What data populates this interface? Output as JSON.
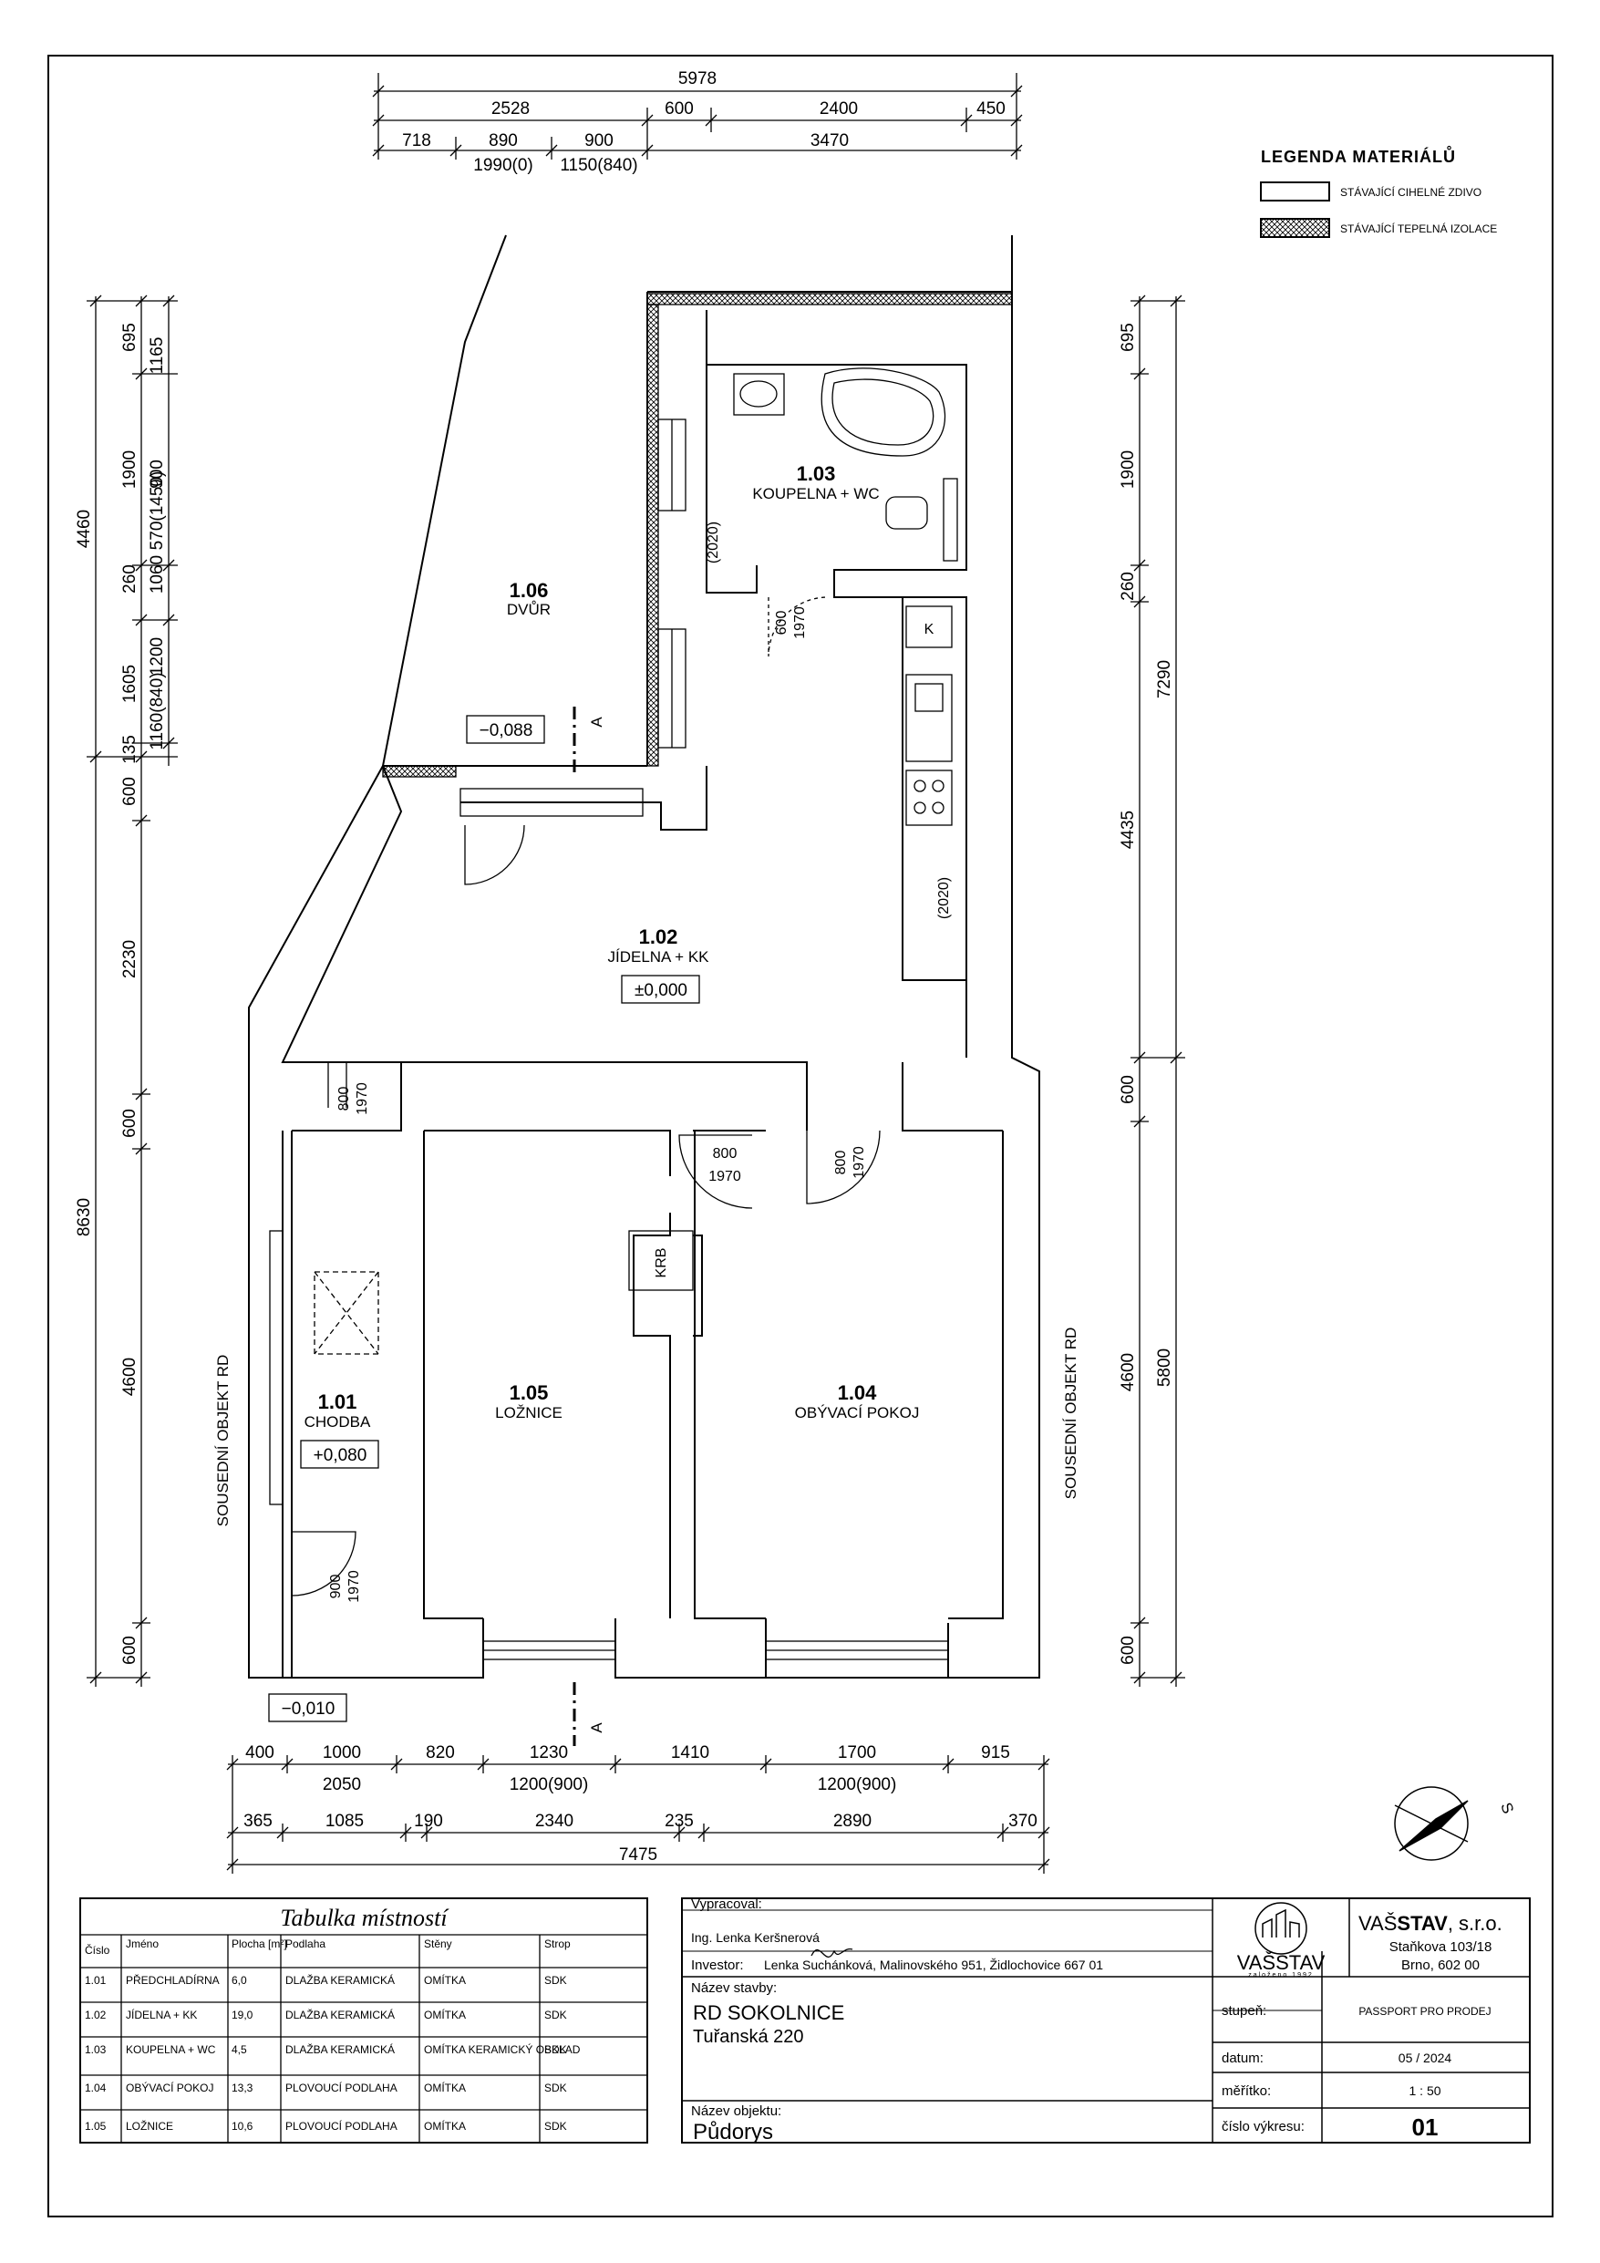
{
  "legend": {
    "title": "LEGENDA MATERIÁLŮ",
    "items": [
      {
        "label": "STÁVAJÍCÍ CIHELNÉ ZDIVO",
        "pattern": "solid"
      },
      {
        "label": "STÁVAJÍCÍ TEPELNÁ IZOLACE",
        "pattern": "hatch"
      }
    ]
  },
  "dimensions": {
    "top": {
      "overall": "5978",
      "row1": [
        "2528",
        "600",
        "2400",
        "450"
      ],
      "row2": [
        "718",
        "890",
        "900",
        "3470"
      ],
      "row2_sub": [
        "1990(0)",
        "1150(840)"
      ]
    },
    "left": {
      "overall_top": "4460",
      "overall_bottom": "8630",
      "chain": [
        "695",
        "1165",
        "1900",
        "900",
        "570(1450)",
        "260",
        "1060",
        "1605",
        "1200",
        "1160(840)",
        "135",
        "600",
        "2230",
        "600",
        "4600",
        "600"
      ]
    },
    "right": {
      "chain": [
        "695",
        "1900",
        "260",
        "4435",
        "600",
        "4600",
        "600"
      ],
      "overall": [
        "7290",
        "5800"
      ]
    },
    "bottom": {
      "row1": [
        "400",
        "1000",
        "820",
        "1230",
        "1410",
        "1700",
        "915"
      ],
      "row1_sub": [
        "2050",
        "1200(900)",
        "1200(900)"
      ],
      "row2": [
        "365",
        "1085",
        "190",
        "2340",
        "235",
        "2890",
        "370"
      ],
      "overall": "7475"
    }
  },
  "rooms": [
    {
      "number": "1.06",
      "name": "DVŮR",
      "level": "−0,088"
    },
    {
      "number": "1.03",
      "name": "KOUPELNA + WC"
    },
    {
      "number": "1.02",
      "name": "JÍDELNA + KK",
      "level": "±0,000"
    },
    {
      "number": "1.01",
      "name": "CHODBA",
      "level": "+0,080"
    },
    {
      "number": "1.05",
      "name": "LOŽNICE"
    },
    {
      "number": "1.04",
      "name": "OBÝVACÍ POKOJ"
    }
  ],
  "outside_level": "−0,010",
  "openings": {
    "bath_door": [
      "600",
      "1970"
    ],
    "bath_2020": "(2020)",
    "kitchen_2020": "(2020)",
    "hall_door": [
      "800",
      "1970"
    ],
    "bedroom_door": [
      "800",
      "1970"
    ],
    "living_door": [
      "800",
      "1970"
    ],
    "entry_door": [
      "900",
      "1970"
    ]
  },
  "labels": {
    "section": "A",
    "neighbour_left": "SOUSEDNÍ OBJEKT RD",
    "neighbour_right": "SOUSEDNÍ OBJEKT RD",
    "fireplace": "KRB",
    "fridge": "K",
    "north": "S"
  },
  "room_table": {
    "title": "Tabulka místností",
    "headers": [
      "Číslo",
      "Jméno",
      "Plocha [m²]",
      "Podlaha",
      "Stěny",
      "Strop"
    ],
    "rows": [
      [
        "1.01",
        "PŘEDCHLADÍRNA",
        "6,0",
        "DLAŽBA KERAMICKÁ",
        "OMÍTKA",
        "SDK"
      ],
      [
        "1.02",
        "JÍDELNA + KK",
        "19,0",
        "DLAŽBA KERAMICKÁ",
        "OMÍTKA",
        "SDK"
      ],
      [
        "1.03",
        "KOUPELNA + WC",
        "4,5",
        "DLAŽBA KERAMICKÁ",
        "OMÍTKA KERAMICKÝ OBKLAD",
        "SDK"
      ],
      [
        "1.04",
        "OBÝVACÍ POKOJ",
        "13,3",
        "PLOVOUCÍ PODLAHA",
        "OMÍTKA",
        "SDK"
      ],
      [
        "1.05",
        "LOŽNICE",
        "10,6",
        "PLOVOUCÍ PODLAHA",
        "OMÍTKA",
        "SDK"
      ]
    ]
  },
  "title_block": {
    "prepared_label": "Vypracoval:",
    "prepared_by": "Ing. Lenka Keršnerová",
    "investor_label": "Investor:",
    "investor": "Lenka Suchánková, Malinovského 951, Židlochovice 667 01",
    "building_label": "Název stavby:",
    "building_1": "RD SOKOLNICE",
    "building_2": "Tuřanská 220",
    "object_label": "Název objektu:",
    "object": "Půdorys",
    "company_name_1": "VAŠ",
    "company_name_2": "STAV",
    "company_name_3": ", s.r.o.",
    "company_street": "Staňkova 103/18",
    "company_city": "Brno, 602 00",
    "logo_text": "VAŠSTAV",
    "logo_sub": "založeno 1992",
    "fields": [
      {
        "label": "stupeň:",
        "value": "PASSPORT PRO PRODEJ"
      },
      {
        "label": "datum:",
        "value": "05 / 2024"
      },
      {
        "label": "měřítko:",
        "value": "1 : 50"
      },
      {
        "label": "číslo výkresu:",
        "value": "01"
      }
    ]
  },
  "colors": {
    "line": "#000000",
    "background": "#ffffff",
    "wall_fill": "#ffffff"
  }
}
